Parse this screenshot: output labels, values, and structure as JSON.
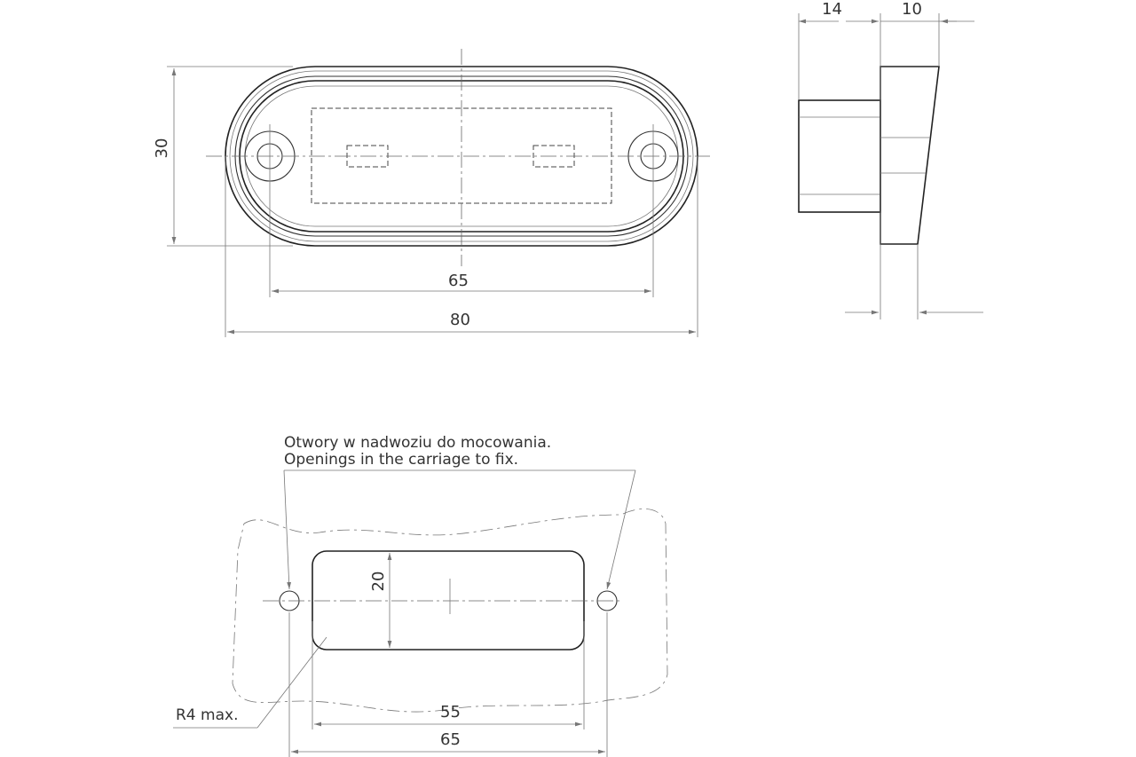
{
  "drawing": {
    "front_view": {
      "dim_height": "30",
      "dim_hole_spacing": "65",
      "dim_overall_length": "80"
    },
    "side_view": {
      "dim_base_depth": "14",
      "dim_head_depth": "10"
    },
    "mounting_cutout": {
      "note_pl": "Otwory w nadwoziu do mocowania.",
      "note_en": "Openings in the carriage to fix.",
      "dim_cutout_height": "20",
      "dim_cutout_width": "55",
      "dim_hole_spacing": "65",
      "radius_label": "R4 max."
    }
  }
}
